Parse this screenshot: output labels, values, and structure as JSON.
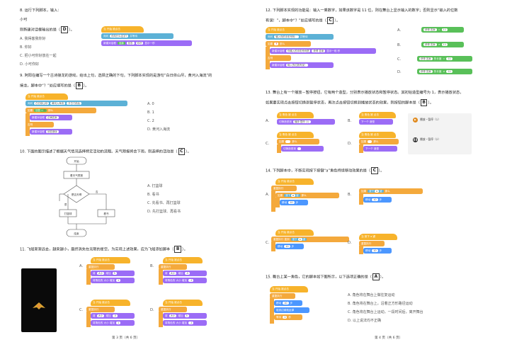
{
  "left": {
    "q8": {
      "title": "8. 运行下列脚本，输入：",
      "input_line": "小可",
      "prompt_pre": "则新建对话框输出的是（",
      "answer": "D",
      "prompt_post": "）。",
      "options": [
        "A. 我得客我你好",
        "B. 你好",
        "C. 把小可你好放在一起",
        "D. 小可你好"
      ],
      "blocks": [
        "当 开始 被点击",
        "询问",
        "你叫什么名字?",
        "并等待",
        "新建对话框",
        "连接",
        "回答",
        "你好",
        "显示一秒",
        "说"
      ]
    },
    "q9": {
      "line1": "9. 阿阳在编写一个古诗接龙的游戏，给出上句，选择正确的下句。下列脚本实现的是游句“白日依山尽，黄河入海流”的",
      "line2_pre": "接龙，脚本中“？”处应填写的是（",
      "answer": "B",
      "line2_post": "）。",
      "options": [
        "A. 0",
        "B. 1",
        "C. 2",
        "D. 黄河入海流"
      ],
      "blocks": [
        "当 开始 被点击",
        "询问",
        "白日依山尽",
        "黄河入海流",
        "万古门前后",
        "如果",
        "回答",
        "=",
        "?",
        "那么",
        "新建对话框",
        "正确答案",
        "否则",
        "回答错误"
      ]
    },
    "q10": {
      "title_pre": "10. 下面的图示描述了根据天气情况选择特定活动的流程。天气预报将会下雨，则选择的活动是（",
      "answer": "C",
      "title_post": "）。",
      "options": [
        "A. 打篮球",
        "B. 看书",
        "C. 先看书、再打篮球",
        "D. 先打篮球、再看书"
      ],
      "flow": {
        "start": "开始",
        "step": "看天气预报",
        "decision": "是否天晴",
        "yes": "是",
        "no": "否",
        "left": "打篮球",
        "right": "看书",
        "end": "结束"
      }
    },
    "q11": {
      "title_pre": "11. 飞船渐渐远去，越来越小，最终消失在无限的星空。为实现上述效果，应为飞船添加脚本（",
      "answer": "B",
      "title_post": "）。",
      "letters": [
        "A.",
        "B.",
        "C.",
        "D."
      ],
      "blocks_a": [
        "当 开始 被点击",
        "重复执行",
        "将",
        "大小",
        "增加",
        "5",
        "将角色的 大小 增加",
        "1"
      ],
      "blocks_b": [
        "当 开始 被点击",
        "重复执行",
        "将",
        "大小",
        "增加",
        "-5",
        "将角色的 大小 增加",
        "-1"
      ],
      "blocks_c": [
        "当 开始 被点击",
        "重复执行",
        "将",
        "大小",
        "增加",
        "-5",
        "将角色的 大小 增加",
        "1"
      ],
      "blocks_d": [
        "当 开始 被点击",
        "重复执行",
        "将",
        "大小",
        "增加",
        "5",
        "将角色的 大小 增加",
        "-1"
      ]
    },
    "footer": "第 3 页（共 6 页）"
  },
  "right": {
    "q12": {
      "line1": "12. 下列脚本实现的功能是：输入一乘数字，如果该数字是 11 位，则在舞台上显示输入的数字；否则显示“输入的位数",
      "line2_pre": "有误！”，脚本中“？”处应填写的是（",
      "answer": "C",
      "line2_post": "）。",
      "letters": [
        "A.",
        "B.",
        "C.",
        "D."
      ],
      "opts": [
        {
          "a": "获得 答案",
          "op": "=",
          "b": "11"
        },
        {
          "a": "获得 答案",
          "op": "≠",
          "b": "11"
        },
        {
          "a": "获得 答案",
          "op": "的长度",
          "b": "11"
        },
        {
          "a": "获得 答案",
          "op": "的长度",
          "b": "11"
        }
      ],
      "blocks": [
        "当 开始 被点击",
        "询问",
        "输入你的手机号码：",
        "并等待",
        "如果",
        "?",
        "那么",
        "新建对话框",
        "你输入的手机号码是",
        "获得 答案",
        "显示一段 秒",
        "否则",
        "新建对话框",
        "输入的位数有误！"
      ]
    },
    "q13": {
      "line1": "13. 舞台上有一个播放－暂停按钮，它有两个造型，分别表示播放状态和暂停状态。其初始造型编号为 1，表示播放状态，",
      "line2_pre": "如果要实现点击按钮切换到暂停状态，再次点击按钮切换到播放状态的效果，则按钮的脚本是（",
      "answer": "B",
      "line2_post": "）。",
      "letters": [
        "A.",
        "B.",
        "C.",
        "D."
      ],
      "blocks_a": [
        "当 角色 被 点击",
        "切换造型到",
        "播放·暂停 (1)"
      ],
      "blocks_b": [
        "当 角色 被 点击",
        "下一个 造型"
      ],
      "blocks_c": [
        "当 角色 被 点击",
        "如果",
        "那么",
        "切换造型到",
        "下一个 造型"
      ],
      "blocks_d": [
        "当 角色 被 点击",
        "如果",
        "那么",
        "下一个 造型"
      ],
      "states": [
        "播放－暂停（1）",
        "播放－暂停（2）"
      ]
    },
    "q14": {
      "title_pre": "14. 下列脚本中，不断实现按下按键“a”角色持续移动效果的是（",
      "answer": "C",
      "title_post": "）。",
      "letters": [
        "A.",
        "B.",
        "C.",
        "D."
      ],
      "blocks_a": [
        "当 开始 被点击",
        "重复执行",
        "如果",
        "按下",
        "a",
        "键",
        "那么",
        "移动",
        "10",
        "步"
      ],
      "blocks_b": [
        "如果",
        "按下",
        "a",
        "键",
        "那么",
        "移动",
        "10",
        "步"
      ],
      "blocks_c": [
        "当 开始 被点击",
        "重复执行 直到",
        "按下",
        "a",
        "键",
        "移动",
        "10",
        "步"
      ],
      "blocks_d": [
        "当 按下 a 键",
        "重复执行",
        "移动",
        "10",
        "步"
      ]
    },
    "q15": {
      "title_pre": "15. 舞台上某一角色，它的脚本如下图所示，以下选项正确的是（",
      "answer": "A",
      "title_post": "）。",
      "options": [
        "A. 角色将在舞台上做往复运动",
        "B. 角色将在舞台上，沿着正方形路径运动",
        "C. 角色将在舞台上运动，一段时间后，离开舞台",
        "D. 以上说法均不正确"
      ],
      "blocks": [
        "当 开始 被点击",
        "重复执行",
        "移动",
        "10",
        "步",
        "碰到边缘就反弹",
        "等待",
        "1",
        "秒"
      ]
    },
    "footer": "第 4 页（共 6 页）"
  }
}
